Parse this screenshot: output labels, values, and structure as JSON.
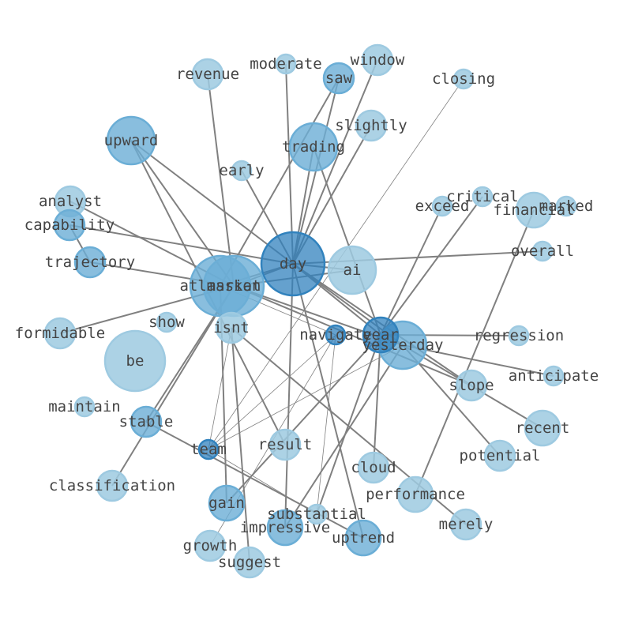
{
  "palette": {
    "light": "#9ecae1",
    "medium": "#6baed6",
    "dark": "#3182bd",
    "edge": "#808080",
    "label": "#444444"
  },
  "nodes": [
    {
      "id": "day",
      "label": "day",
      "tier": "dark",
      "size": 5
    },
    {
      "id": "market",
      "label": "market",
      "tier": "medium",
      "size": 4
    },
    {
      "id": "atlassian",
      "label": "atlassian",
      "tier": "medium",
      "size": 4
    },
    {
      "id": "year",
      "label": "year",
      "tier": "dark",
      "size": 2
    },
    {
      "id": "yesterday",
      "label": "yesterday",
      "tier": "medium",
      "size": 3
    },
    {
      "id": "ai",
      "label": "ai",
      "tier": "light",
      "size": 3
    },
    {
      "id": "be",
      "label": "be",
      "tier": "light",
      "size": 4
    },
    {
      "id": "upward",
      "label": "upward",
      "tier": "medium",
      "size": 3
    },
    {
      "id": "trading",
      "label": "trading",
      "tier": "medium",
      "size": 3
    },
    {
      "id": "financial",
      "label": "financial",
      "tier": "light",
      "size": 2
    },
    {
      "id": "recent",
      "label": "recent",
      "tier": "light",
      "size": 2
    },
    {
      "id": "performance",
      "label": "performance",
      "tier": "light",
      "size": 2
    },
    {
      "id": "uptrend",
      "label": "uptrend",
      "tier": "medium",
      "size": 2
    },
    {
      "id": "impressive",
      "label": "impressive",
      "tier": "medium",
      "size": 2
    },
    {
      "id": "gain",
      "label": "gain",
      "tier": "medium",
      "size": 2
    },
    {
      "id": "saw",
      "label": "saw",
      "tier": "medium",
      "size": 1
    },
    {
      "id": "window",
      "label": "window",
      "tier": "light",
      "size": 1
    },
    {
      "id": "revenue",
      "label": "revenue",
      "tier": "light",
      "size": 1
    },
    {
      "id": "moderate",
      "label": "moderate",
      "tier": "light",
      "size": 0
    },
    {
      "id": "closing",
      "label": "closing",
      "tier": "light",
      "size": 0
    },
    {
      "id": "slightly",
      "label": "slightly",
      "tier": "light",
      "size": 1
    },
    {
      "id": "early",
      "label": "early",
      "tier": "light",
      "size": 0
    },
    {
      "id": "analyst",
      "label": "analyst",
      "tier": "light",
      "size": 1
    },
    {
      "id": "capability",
      "label": "capability",
      "tier": "medium",
      "size": 1
    },
    {
      "id": "trajectory",
      "label": "trajectory",
      "tier": "medium",
      "size": 1
    },
    {
      "id": "exceed",
      "label": "exceed",
      "tier": "light",
      "size": 0
    },
    {
      "id": "critical",
      "label": "critical",
      "tier": "light",
      "size": 0
    },
    {
      "id": "marked",
      "label": "marked",
      "tier": "light",
      "size": 0
    },
    {
      "id": "overall",
      "label": "overall",
      "tier": "light",
      "size": 0
    },
    {
      "id": "formidable",
      "label": "formidable",
      "tier": "light",
      "size": 1
    },
    {
      "id": "show",
      "label": "show",
      "tier": "light",
      "size": 0
    },
    {
      "id": "isnt",
      "label": "isnt",
      "tier": "light",
      "size": 1
    },
    {
      "id": "navigate",
      "label": "navigate",
      "tier": "dark",
      "size": 0
    },
    {
      "id": "regression",
      "label": "regression",
      "tier": "light",
      "size": 0
    },
    {
      "id": "anticipate",
      "label": "anticipate",
      "tier": "light",
      "size": 0
    },
    {
      "id": "slope",
      "label": "slope",
      "tier": "light",
      "size": 1
    },
    {
      "id": "maintain",
      "label": "maintain",
      "tier": "light",
      "size": 0
    },
    {
      "id": "stable",
      "label": "stable",
      "tier": "medium",
      "size": 1
    },
    {
      "id": "team",
      "label": "team",
      "tier": "dark",
      "size": 0
    },
    {
      "id": "result",
      "label": "result",
      "tier": "light",
      "size": 1
    },
    {
      "id": "potential",
      "label": "potential",
      "tier": "light",
      "size": 1
    },
    {
      "id": "cloud",
      "label": "cloud",
      "tier": "light",
      "size": 1
    },
    {
      "id": "classification",
      "label": "classification",
      "tier": "light",
      "size": 1
    },
    {
      "id": "substantial",
      "label": "substantial",
      "tier": "light",
      "size": 0
    },
    {
      "id": "merely",
      "label": "merely",
      "tier": "light",
      "size": 1
    },
    {
      "id": "growth",
      "label": "growth",
      "tier": "light",
      "size": 1
    },
    {
      "id": "suggest",
      "label": "suggest",
      "tier": "light",
      "size": 1
    }
  ],
  "edges": [
    [
      "day",
      "saw",
      2
    ],
    [
      "day",
      "window",
      2
    ],
    [
      "day",
      "moderate",
      2
    ],
    [
      "day",
      "slightly",
      2
    ],
    [
      "day",
      "trading",
      2
    ],
    [
      "day",
      "early",
      2
    ],
    [
      "day",
      "upward",
      2
    ],
    [
      "day",
      "capability",
      2
    ],
    [
      "day",
      "atlassian",
      2
    ],
    [
      "day",
      "market",
      2
    ],
    [
      "day",
      "ai",
      2
    ],
    [
      "day",
      "overall",
      2
    ],
    [
      "day",
      "yesterday",
      2
    ],
    [
      "day",
      "slope",
      2
    ],
    [
      "day",
      "year",
      2
    ],
    [
      "day",
      "uptrend",
      2
    ],
    [
      "day",
      "impressive",
      2
    ],
    [
      "market",
      "upward",
      2
    ],
    [
      "market",
      "trajectory",
      2
    ],
    [
      "market",
      "analyst",
      2
    ],
    [
      "market",
      "formidable",
      2
    ],
    [
      "market",
      "stable",
      2
    ],
    [
      "market",
      "yesterday",
      2
    ],
    [
      "market",
      "ai",
      2
    ],
    [
      "market",
      "revenue",
      2
    ],
    [
      "market",
      "slope",
      2
    ],
    [
      "market",
      "classification",
      2
    ],
    [
      "atlassian",
      "gain",
      2
    ],
    [
      "atlassian",
      "saw",
      2
    ],
    [
      "year",
      "exceed",
      2
    ],
    [
      "year",
      "critical",
      2
    ],
    [
      "year",
      "regression",
      2
    ],
    [
      "year",
      "gain",
      2
    ],
    [
      "year",
      "cloud",
      2
    ],
    [
      "year",
      "trading",
      2
    ],
    [
      "year",
      "substantial",
      2
    ],
    [
      "yesterday",
      "anticipate",
      2
    ],
    [
      "yesterday",
      "recent",
      2
    ],
    [
      "yesterday",
      "potential",
      2
    ],
    [
      "yesterday",
      "impressive",
      2
    ],
    [
      "upward",
      "result",
      2
    ],
    [
      "capability",
      "trajectory",
      2
    ],
    [
      "financial",
      "performance",
      2
    ],
    [
      "isnt",
      "suggest",
      2
    ],
    [
      "isnt",
      "merely",
      2
    ],
    [
      "stable",
      "uptrend",
      2
    ],
    [
      "closing",
      "team",
      1
    ],
    [
      "navigate",
      "team",
      1
    ],
    [
      "navigate",
      "growth",
      1
    ],
    [
      "navigate",
      "substantial",
      1
    ],
    [
      "team",
      "isnt",
      1
    ],
    [
      "team",
      "yesterday",
      1
    ],
    [
      "team",
      "substantial",
      1
    ],
    [
      "atlassian",
      "navigate",
      1
    ]
  ]
}
